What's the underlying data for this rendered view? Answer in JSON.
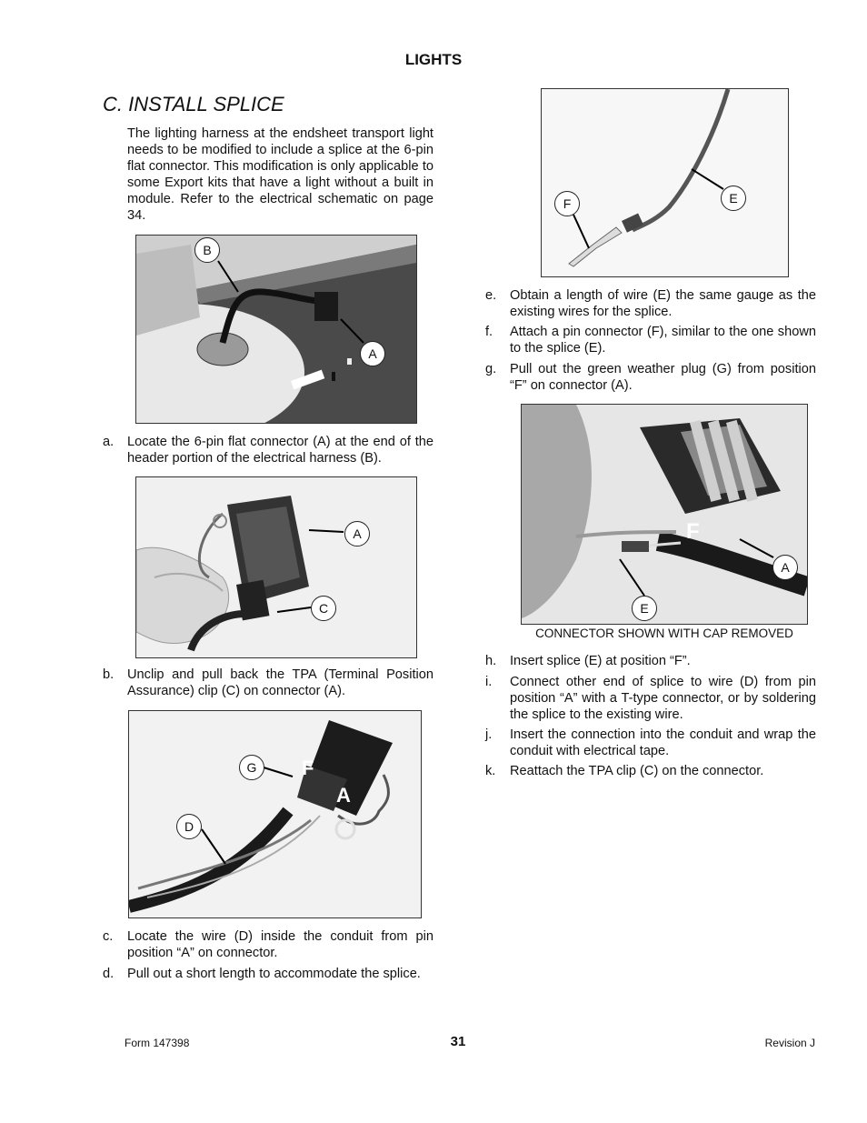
{
  "header": {
    "title": "LIGHTS"
  },
  "section": {
    "title": "C. INSTALL SPLICE",
    "intro": "The lighting harness at the endsheet transport light needs to be modified to include a splice at the 6-pin flat connector.  This modification is only applicable to some Export kits that have a light without a built in module.  Refer to the electrical schematic on page 34."
  },
  "steps": [
    {
      "letter": "a.",
      "text": "Locate the 6-pin flat connector (A) at the end of the header portion of the electrical harness (B)."
    },
    {
      "letter": "b.",
      "text": "Unclip and pull back the TPA (Terminal Position Assurance) clip (C) on connector (A)."
    },
    {
      "letter": "c.",
      "text": "Locate the wire (D) inside the conduit from pin position “A” on connector."
    },
    {
      "letter": "d.",
      "text": "Pull out a short length to accommodate the splice."
    },
    {
      "letter": "e.",
      "text": "Obtain a length of wire (E) the same gauge as the existing wires for the splice."
    },
    {
      "letter": "f.",
      "text": "Attach a pin connector (F), similar to the one shown to the splice (E)."
    },
    {
      "letter": "g.",
      "text": "Pull out the green weather plug (G) from position “F” on connector (A)."
    },
    {
      "letter": "h.",
      "text": "Insert splice (E) at position “F”."
    },
    {
      "letter": "i.",
      "text": "Connect other end of splice to wire (D) from pin position “A” with a T-type connector, or by soldering the splice to the existing wire."
    },
    {
      "letter": "j.",
      "text": "Insert the connection into the conduit and wrap the conduit with electrical tape."
    },
    {
      "letter": "k.",
      "text": "Reattach the TPA clip (C) on the connector."
    }
  ],
  "figures": {
    "fig1": {
      "callouts": [
        "B",
        "A"
      ]
    },
    "fig2": {
      "callouts": [
        "A",
        "C"
      ]
    },
    "fig3": {
      "callouts": [
        "G",
        "D"
      ],
      "overlay": [
        "F",
        "A"
      ]
    },
    "fig4": {
      "callouts": [
        "F",
        "E"
      ]
    },
    "fig5": {
      "callouts": [
        "A",
        "E"
      ],
      "overlay": [
        "F"
      ],
      "caption": "CONNECTOR SHOWN WITH CAP REMOVED"
    }
  },
  "footer": {
    "form": "Form 147398",
    "page": "31",
    "revision": "Revision J"
  }
}
